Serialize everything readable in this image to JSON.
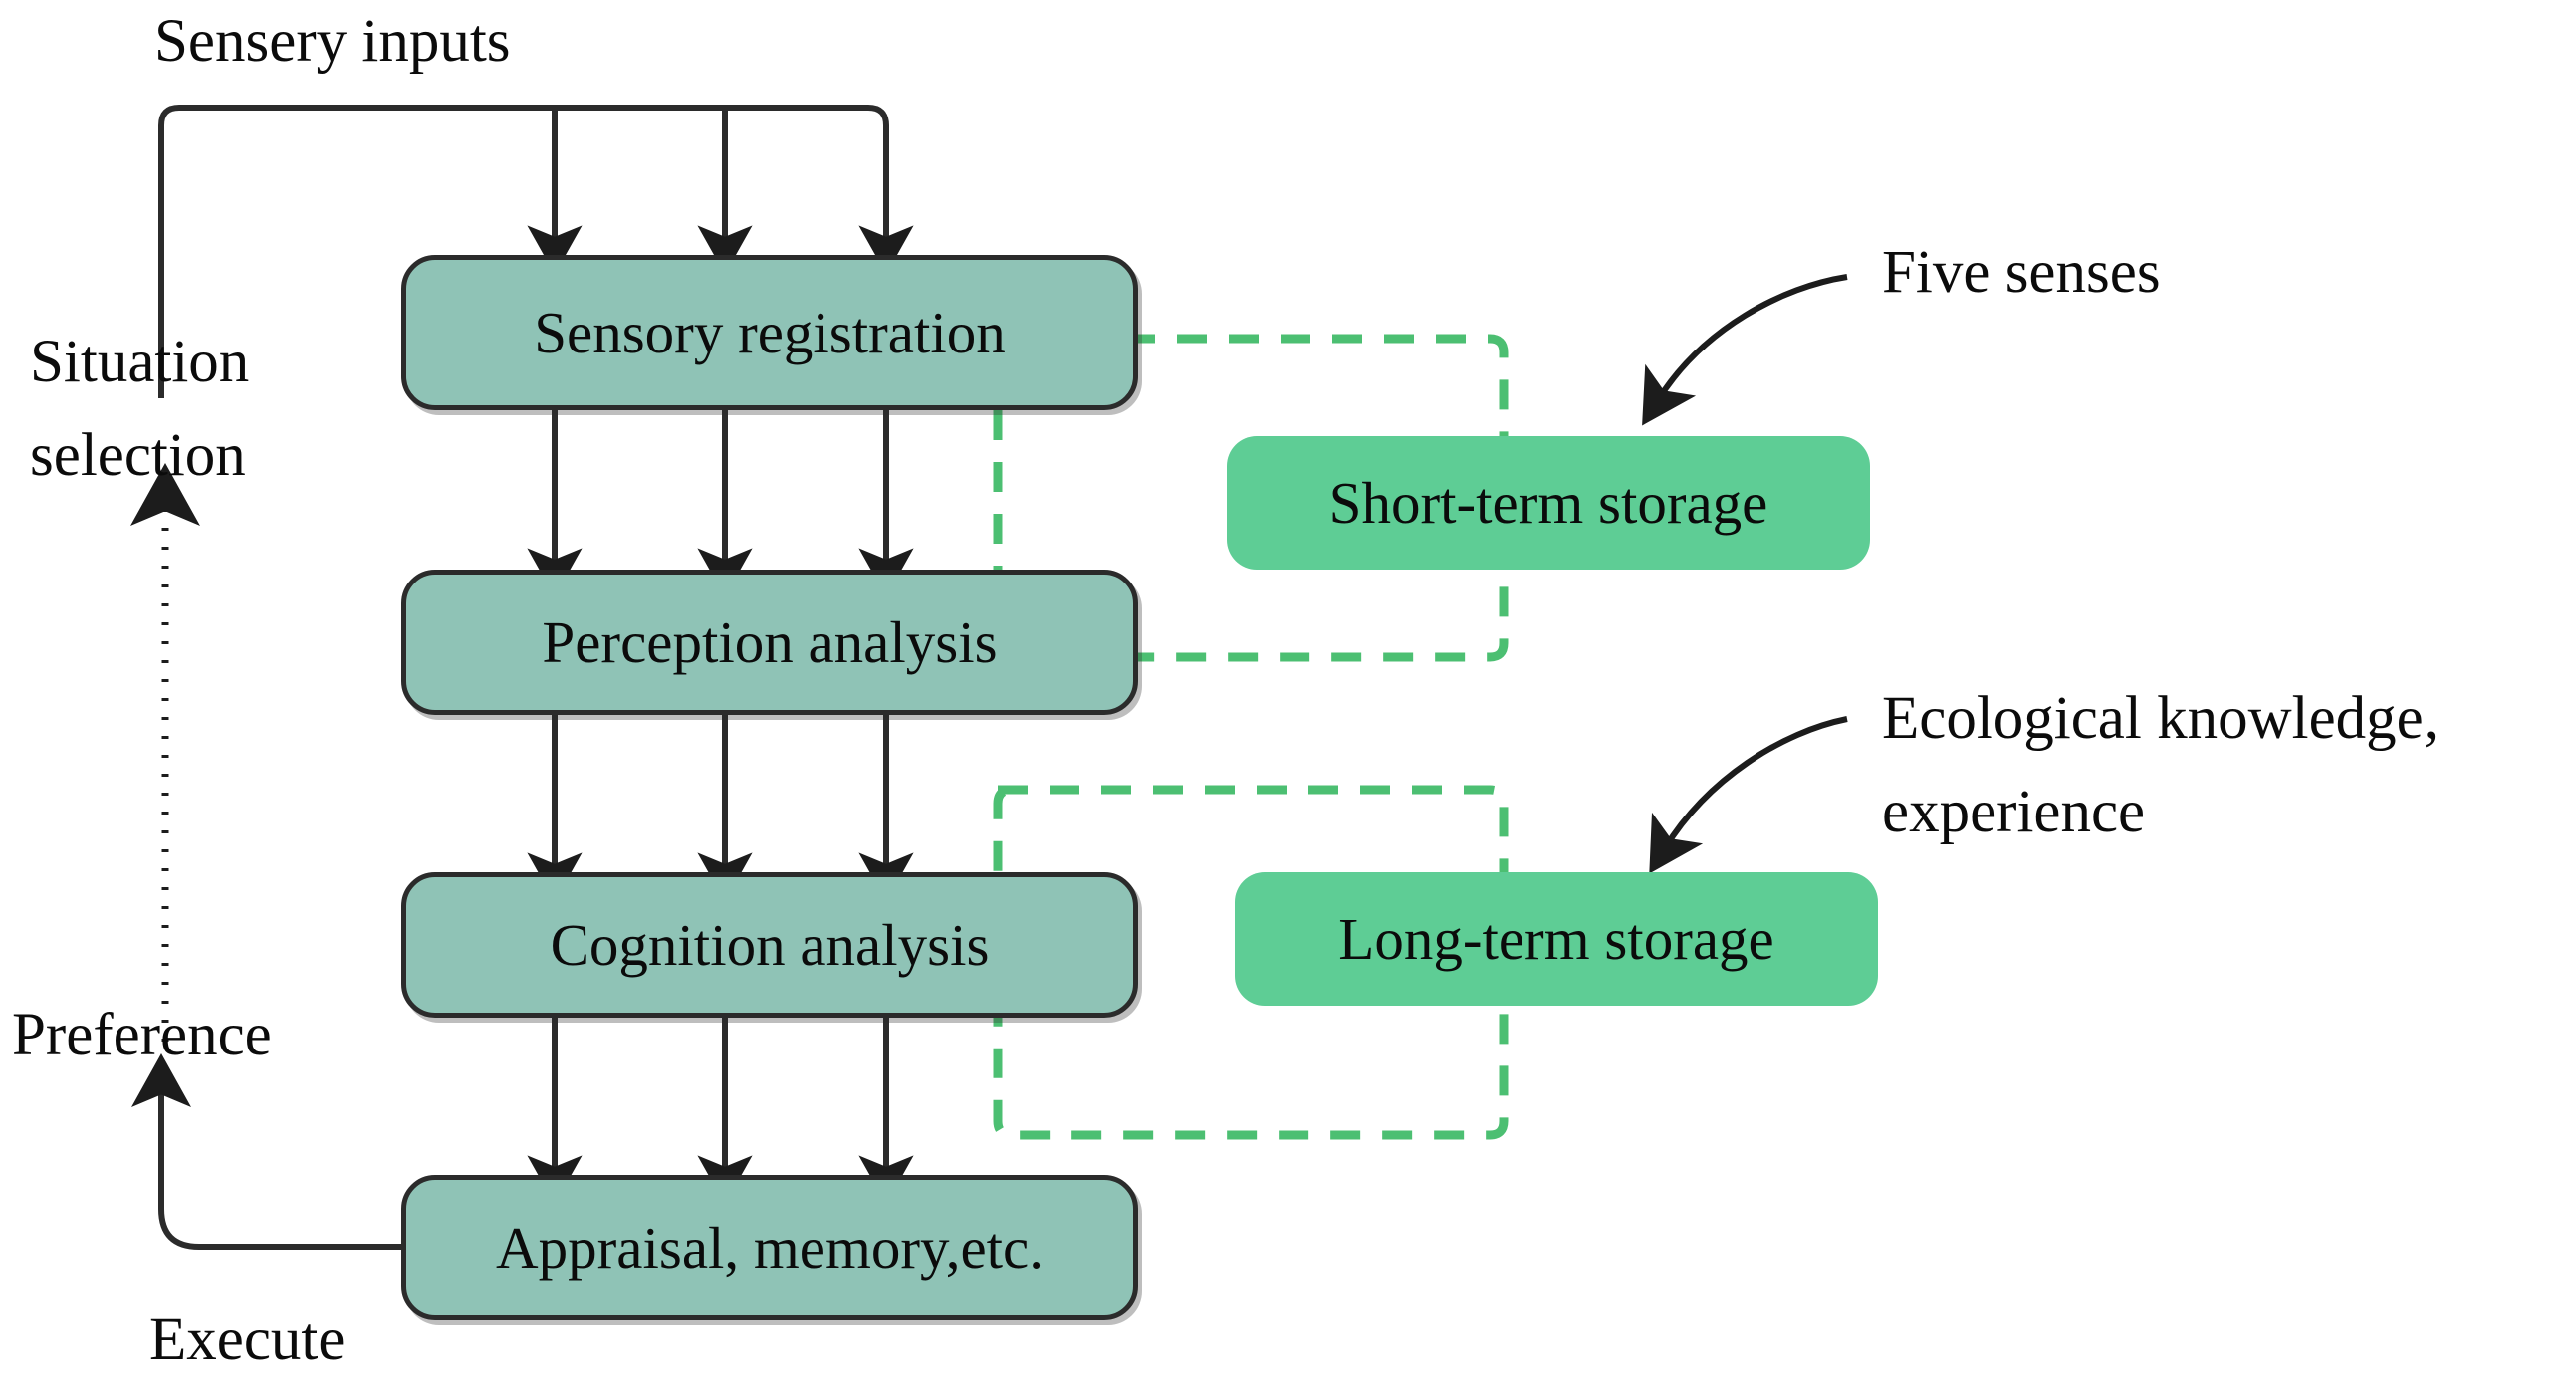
{
  "diagram": {
    "title": "Human information processing model",
    "colors": {
      "process_fill": "#8fc3b6",
      "process_border": "#2b2b2b",
      "storage_fill": "#5ecd95",
      "dashed_link": "#4cbf72",
      "arrow": "#1c1c1c",
      "background": "#ffffff",
      "text": "#0b0b0b"
    },
    "process_nodes": [
      {
        "id": "sensory-registration",
        "label": "Sensory registration"
      },
      {
        "id": "perception-analysis",
        "label": "Perception analysis"
      },
      {
        "id": "cognition-analysis",
        "label": "Cognition analysis"
      },
      {
        "id": "appraisal-memory",
        "label": "Appraisal, memory,etc."
      }
    ],
    "storage_nodes": [
      {
        "id": "short-term-storage",
        "label": "Short-term storage"
      },
      {
        "id": "long-term-storage",
        "label": "Long-term storage"
      }
    ],
    "labels": {
      "sensory_inputs": "Sensery inputs",
      "situation_selection_line1": "Situation",
      "situation_selection_line2": "selection",
      "preference": "Preference",
      "execute": "Execute",
      "five_senses": "Five senses",
      "ecological_line1": "Ecological knowledge,",
      "ecological_line2": "experience"
    },
    "connections": [
      {
        "from": "sensory-inputs",
        "to": "sensory-registration",
        "style": "solid-arrow",
        "count": 3
      },
      {
        "from": "sensory-registration",
        "to": "perception-analysis",
        "style": "solid-arrow",
        "count": 3
      },
      {
        "from": "perception-analysis",
        "to": "cognition-analysis",
        "style": "solid-arrow",
        "count": 3
      },
      {
        "from": "cognition-analysis",
        "to": "appraisal-memory",
        "style": "solid-arrow",
        "count": 3
      },
      {
        "from": "sensory-registration",
        "to": "short-term-storage",
        "style": "green-dashed"
      },
      {
        "from": "perception-analysis",
        "to": "short-term-storage",
        "style": "green-dashed"
      },
      {
        "from": "cognition-analysis",
        "to": "long-term-storage",
        "style": "green-dashed"
      },
      {
        "from": "appraisal-memory",
        "to": "situation-selection",
        "style": "solid-arrow",
        "label": "Execute"
      },
      {
        "from": "preference",
        "to": "situation-selection",
        "style": "dotted-arrow"
      },
      {
        "from": "five-senses",
        "to": "short-term-storage",
        "style": "curved-arrow"
      },
      {
        "from": "ecological-knowledge",
        "to": "long-term-storage",
        "style": "curved-arrow"
      }
    ]
  }
}
